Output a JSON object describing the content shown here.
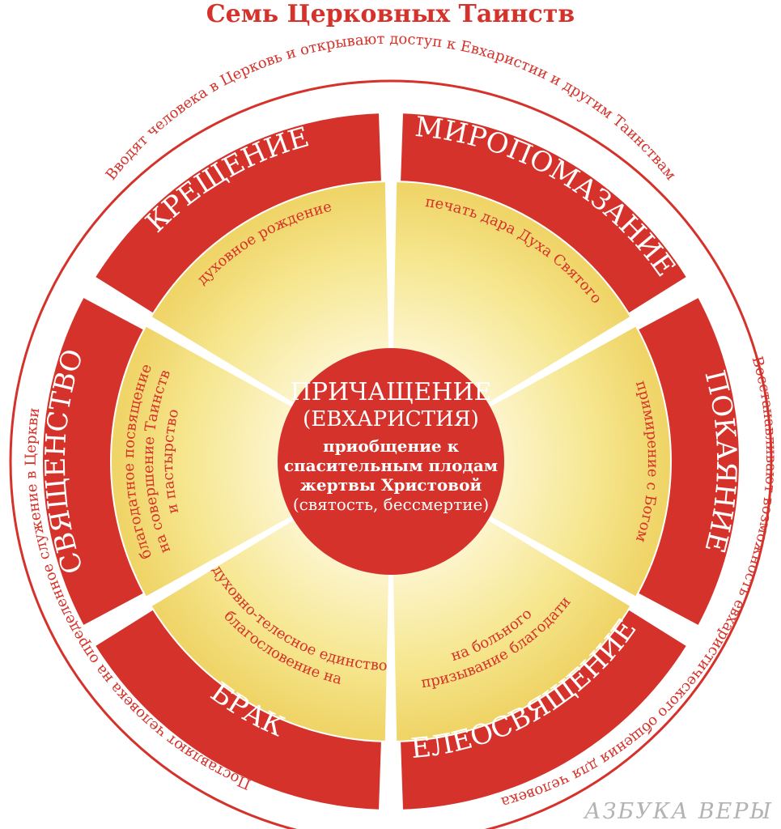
{
  "title": "Семь Церковных Таинств",
  "colors": {
    "accent": "#d4322a",
    "center_text": "#ffffff",
    "segment_fill": "#f3e387",
    "outer_text": "#d4322a"
  },
  "center": {
    "title": "ПРИЧАЩЕНИЕ",
    "subtitle": "(ЕВХАРИСТИЯ)",
    "line1": "приобщение к",
    "line2": "спасительным плодам",
    "line3": "жертвы Христовой",
    "line4": "(святость, бессмертие)"
  },
  "sacraments": [
    {
      "name": "КРЕЩЕНИЕ",
      "lines": [
        "духовное рождение"
      ]
    },
    {
      "name": "МИРОПОМАЗАНИЕ",
      "lines": [
        "печать дара Духа Святого"
      ]
    },
    {
      "name": "ПОКАЯНИЕ",
      "lines": [
        "примирение с Богом"
      ]
    },
    {
      "name": "ЕЛЕОСВЯЩЕНИЕ",
      "lines": [
        "призывание благодати",
        "на больного"
      ]
    },
    {
      "name": "БРАК",
      "lines": [
        "благословение на",
        "духовно-телесное единство"
      ]
    },
    {
      "name": "СВЯЩЕНСТВО",
      "lines": [
        "благодатное посвящение",
        "на совершение Таинств",
        "и пастырство"
      ]
    }
  ],
  "outer_captions": [
    "Вводят человека в Церковь и открывают доступ к Евхаристии и другим Таинствам",
    "Восстанавливают возможность евхаристического общения для человека",
    "Поставляют человека на определенное служение в Церкви"
  ],
  "watermark": "АЗБУКА ВЕРЫ"
}
